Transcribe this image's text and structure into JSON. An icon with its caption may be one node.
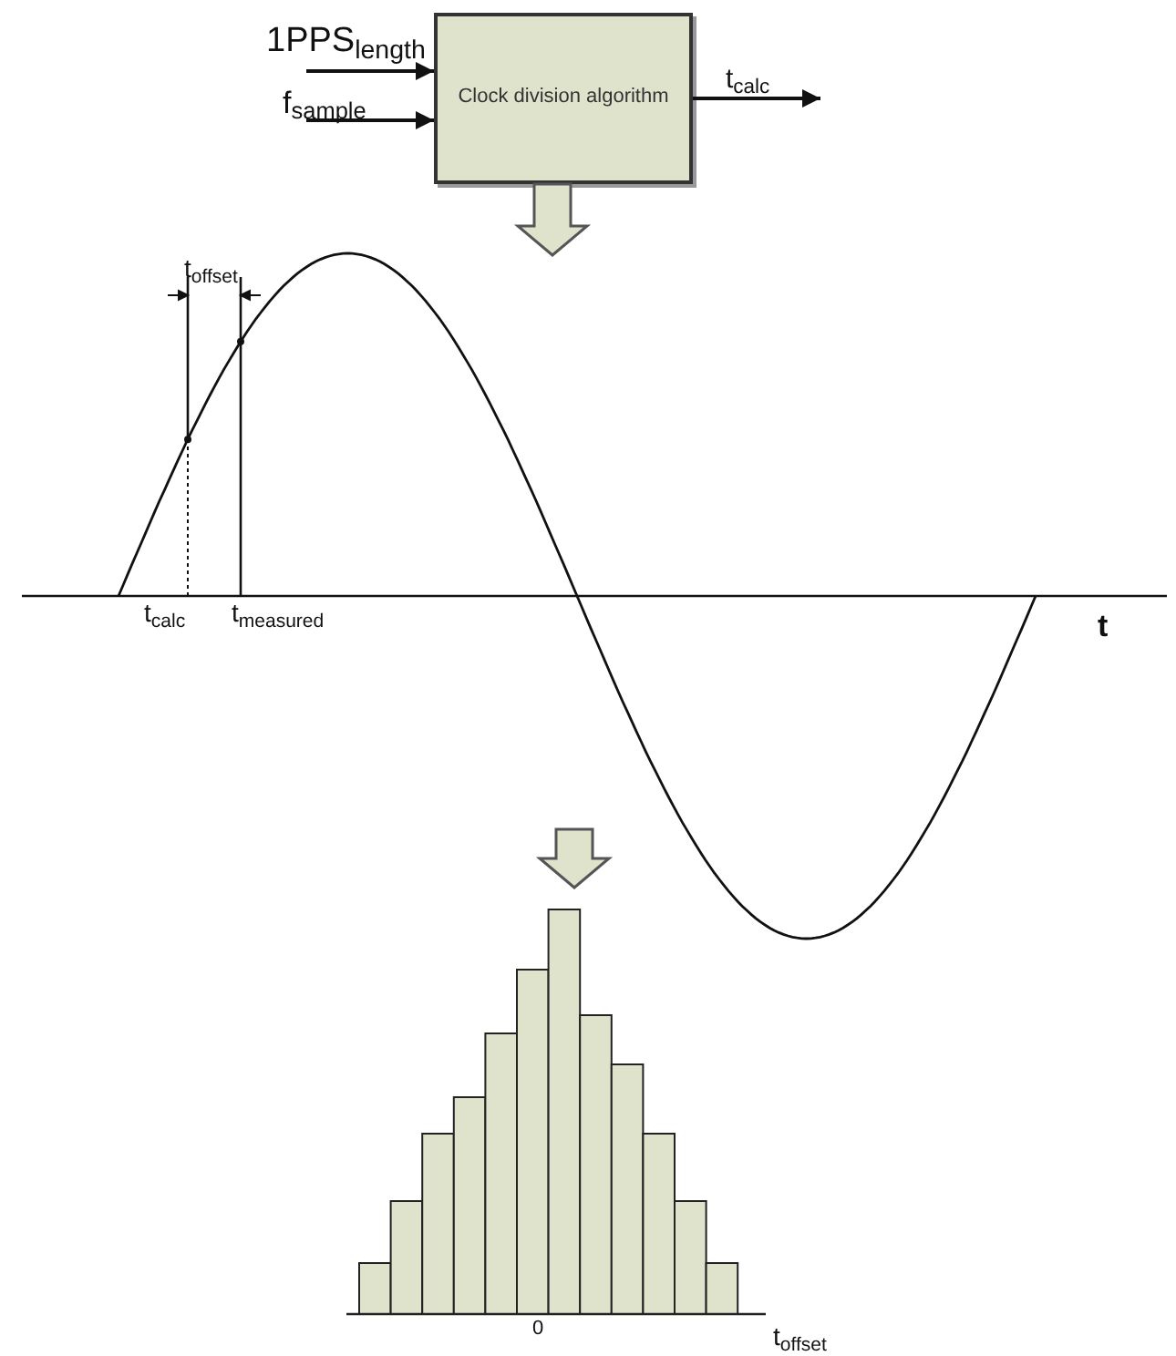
{
  "diagram": {
    "nodes": [
      {
        "text": [
          "Clock division algorithm"
        ]
      },
      {
        "text": [],
        "shape": "picture"
      },
      {
        "text": [],
        "shape": "picture"
      }
    ],
    "edges": [
      {
        "from": null,
        "to": 0,
        "arrow": "to",
        "label": "1PPS$_{length}$"
      },
      {
        "from": null,
        "to": 0,
        "arrow": "to",
        "label": "f$_{sample}$"
      },
      {
        "from": 0,
        "to": null,
        "arrow": "to",
        "label": "t$_{calc}$"
      },
      {
        "from": 0,
        "to": 1,
        "arrow": "to",
        "style": "thick"
      },
      {
        "from": 1,
        "to": 2,
        "arrow": "to",
        "style": "thick"
      }
    ],
    "labels": [
      "t$_{offset}$",
      "t$_{calc}$",
      "t$_{measured}$",
      "t",
      "0",
      "t$_{offset}$"
    ]
  }
}
